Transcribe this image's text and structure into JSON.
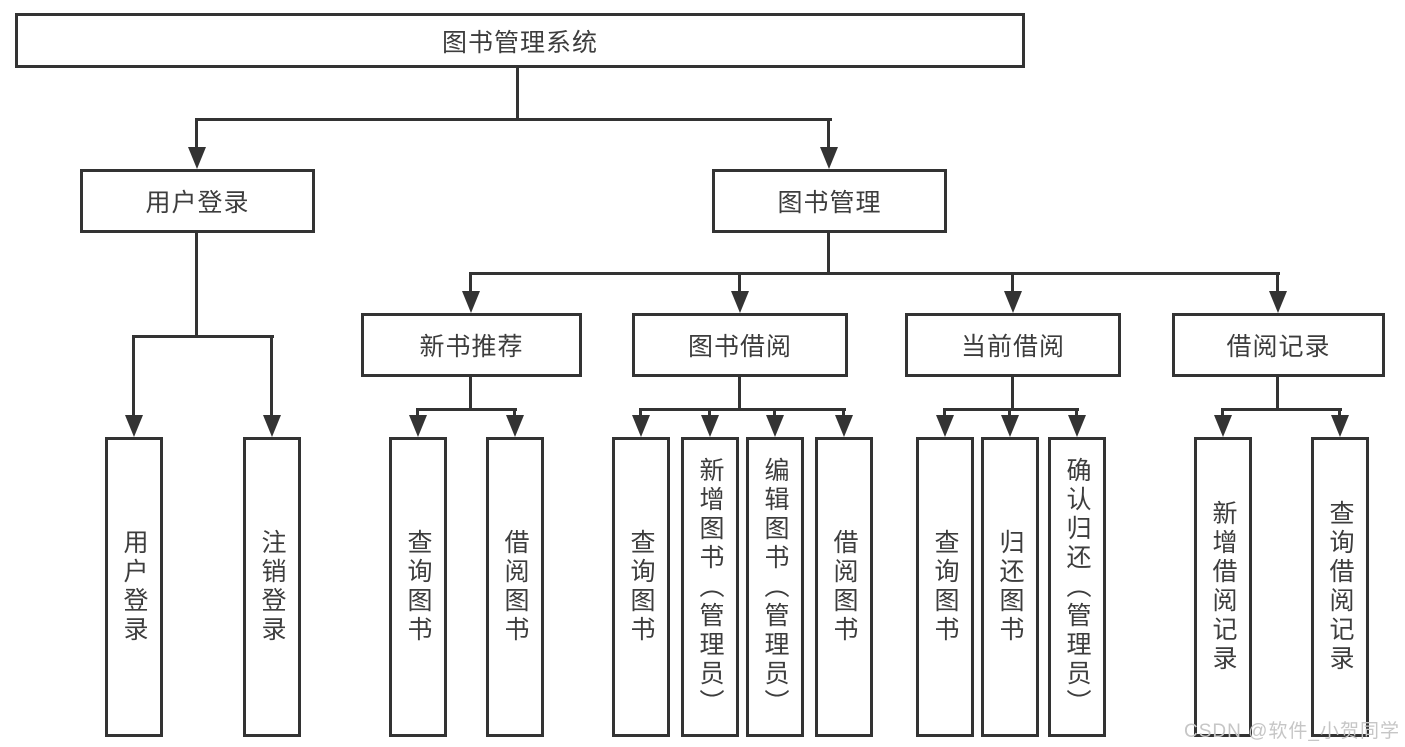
{
  "colors": {
    "line": "#333333",
    "node_border": "#333333",
    "node_text": "#3d3d3d",
    "background": "#ffffff",
    "watermark": "#c6c6c6"
  },
  "tree": {
    "root": {
      "label": "图书管理系统"
    },
    "level2": [
      {
        "label": "用户登录",
        "children": [
          {
            "label": "用户登录"
          },
          {
            "label": "注销登录"
          }
        ]
      },
      {
        "label": "图书管理",
        "children": [
          {
            "label": "新书推荐",
            "children": [
              {
                "label": "查询图书"
              },
              {
                "label": "借阅图书"
              }
            ]
          },
          {
            "label": "图书借阅",
            "children": [
              {
                "label": "查询图书"
              },
              {
                "label": "新增图书（管理员）"
              },
              {
                "label": "编辑图书（管理员）"
              },
              {
                "label": "借阅图书"
              }
            ]
          },
          {
            "label": "当前借阅",
            "children": [
              {
                "label": "查询图书"
              },
              {
                "label": "归还图书"
              },
              {
                "label": "确认归还（管理员）"
              }
            ]
          },
          {
            "label": "借阅记录",
            "children": [
              {
                "label": "新增借阅记录"
              },
              {
                "label": "查询借阅记录"
              }
            ]
          }
        ]
      }
    ]
  },
  "watermark": {
    "text": "CSDN @软件_小贺同学"
  }
}
